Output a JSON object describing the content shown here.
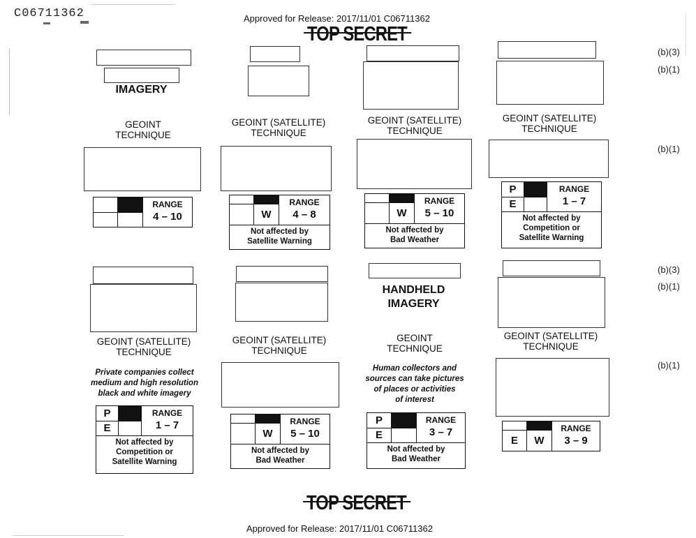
{
  "header": {
    "doc_id": "C06711362",
    "release": "Approved for Release: 2017/11/01 C06711362",
    "classification": "TOP SECRET"
  },
  "footer": {
    "classification": "TOP SECRET",
    "release": "Approved for Release: 2017/11/01 C06711362"
  },
  "exemptions": {
    "row1_a": "(b)(3)",
    "row1_b": "(b)(1)",
    "row1_c": "(b)(1)",
    "row2_a": "(b)(3)",
    "row2_b": "(b)(1)",
    "row2_c": "(b)(1)"
  },
  "cards": [
    {
      "heading": "IMAGERY",
      "technique": "GEOINT\nTECHNIQUE",
      "range_label": "RANGE",
      "range": "4 – 10",
      "cells": [
        "",
        "■",
        "",
        ""
      ],
      "note": ""
    },
    {
      "heading": "",
      "technique": "GEOINT (SATELLITE)\nTECHNIQUE",
      "range_label": "RANGE",
      "range": "4 – 8",
      "cells": [
        "",
        "■",
        "",
        "W"
      ],
      "note": "Not affected by\nSatellite Warning"
    },
    {
      "heading": "",
      "technique": "GEOINT (SATELLITE)\nTECHNIQUE",
      "range_label": "RANGE",
      "range": "5 – 10",
      "cells": [
        "",
        "■",
        "",
        "W"
      ],
      "note": "Not affected by\nBad Weather"
    },
    {
      "heading": "",
      "technique": "GEOINT (SATELLITE)\nTECHNIQUE",
      "range_label": "RANGE",
      "range": "1 – 7",
      "cells": [
        "P",
        "■",
        "E",
        ""
      ],
      "note": "Not affected by\nCompetition or\nSatellite Warning"
    },
    {
      "heading": "",
      "technique": "GEOINT (SATELLITE)\nTECHNIQUE",
      "description": "Private companies collect\nmedium and high resolution\nblack and white imagery",
      "range_label": "RANGE",
      "range": "1 – 7",
      "cells": [
        "P",
        "■",
        "E",
        ""
      ],
      "note": "Not affected by\nCompetition or\nSatellite Warning"
    },
    {
      "heading": "",
      "technique": "GEOINT (SATELLITE)\nTECHNIQUE",
      "range_label": "RANGE",
      "range": "5 – 10",
      "cells": [
        "",
        "■",
        "",
        "W"
      ],
      "note": "Not affected by\nBad Weather"
    },
    {
      "heading": "HANDHELD\nIMAGERY",
      "technique": "GEOINT\nTECHNIQUE",
      "description": "Human collectors and\nsources can take pictures\nof places or activities\nof interest",
      "range_label": "RANGE",
      "range": "3 – 7",
      "cells": [
        "P",
        "■",
        "E",
        ""
      ],
      "note": "Not affected by\nBad Weather"
    },
    {
      "heading": "",
      "technique": "GEOINT (SATELLITE)\nTECHNIQUE",
      "range_label": "RANGE",
      "range": "3 – 9",
      "cells": [
        "",
        "■",
        "E",
        "W"
      ],
      "note": ""
    }
  ]
}
